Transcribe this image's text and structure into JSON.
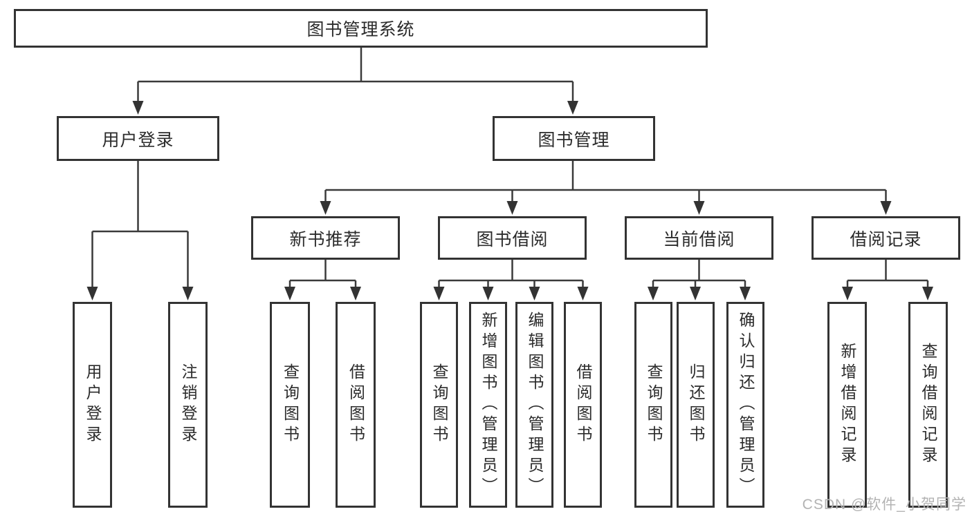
{
  "diagram": {
    "root": {
      "label": "图书管理系统"
    },
    "level2": [
      {
        "label": "用户登录"
      },
      {
        "label": "图书管理"
      }
    ],
    "level3": [
      {
        "label": "新书推荐"
      },
      {
        "label": "图书借阅"
      },
      {
        "label": "当前借阅"
      },
      {
        "label": "借阅记录"
      }
    ],
    "leaves": {
      "user_login": [
        "用户登录",
        "注销登录"
      ],
      "new_book_recommend": [
        "查询图书",
        "借阅图书"
      ],
      "book_borrow": [
        "查询图书",
        "新增图书（管理员）",
        "编辑图书（管理员）",
        "借阅图书"
      ],
      "current_borrow": [
        "查询图书",
        "归还图书",
        "确认归还（管理员）"
      ],
      "borrow_records": [
        "新增借阅记录",
        "查询借阅记录"
      ]
    }
  },
  "watermark": {
    "text": "CSDN @软件_小贺同学"
  },
  "colors": {
    "line": "#3a3a3a",
    "box_border": "#333333",
    "text": "#2b2b2b",
    "watermark": "#b3b3b3",
    "background": "#ffffff"
  }
}
